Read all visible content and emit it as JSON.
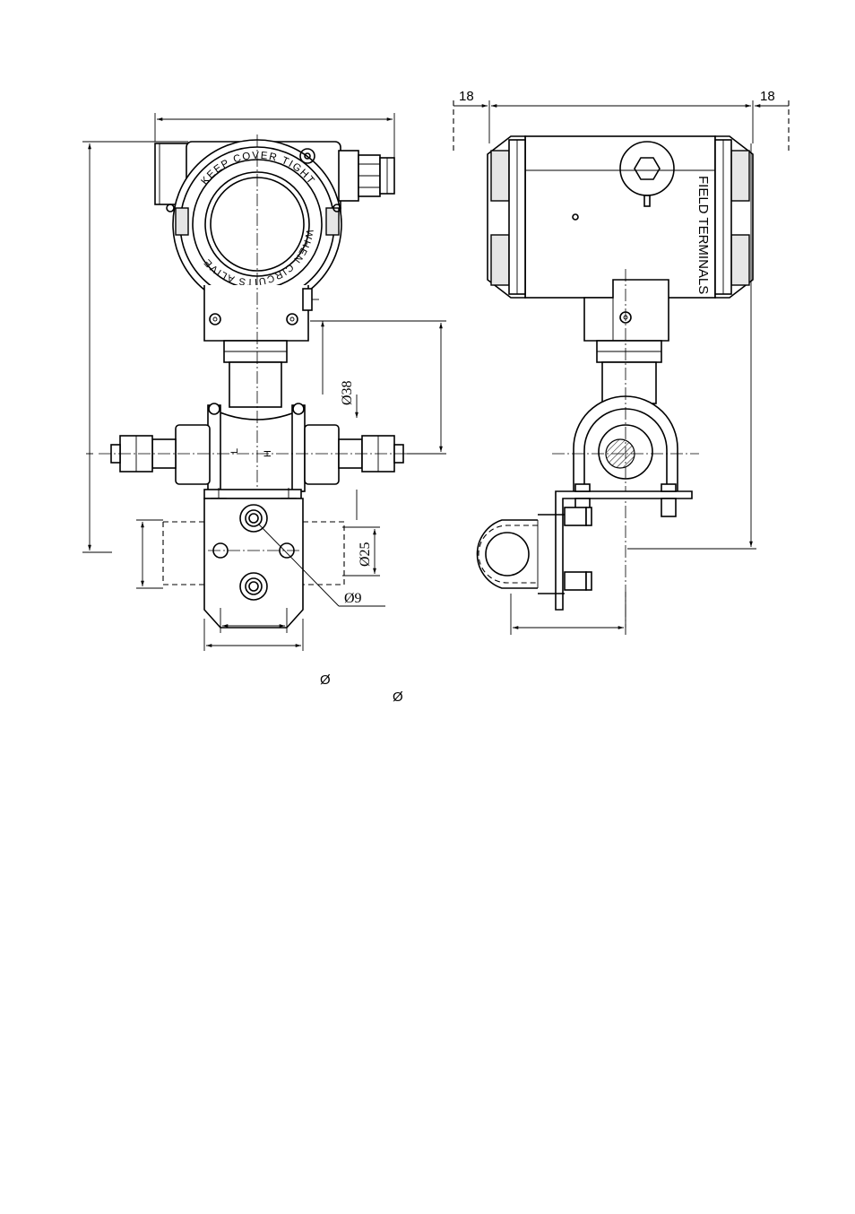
{
  "dimensions": {
    "left_offset": "18",
    "right_offset": "18",
    "diameter_38": "Ø38",
    "diameter_25": "Ø25",
    "diameter_9": "Ø9"
  },
  "labels": {
    "field_terminals": "FIELD TERMINALS",
    "cover_text_top": "KEEP COVER TIGHT",
    "cover_text_bottom": "WHEN CIRCUITS ALIVE",
    "port_h": "H",
    "port_l": "L"
  },
  "footnote_symbols": {
    "symbol_1": "Ø",
    "symbol_2": "Ø"
  }
}
